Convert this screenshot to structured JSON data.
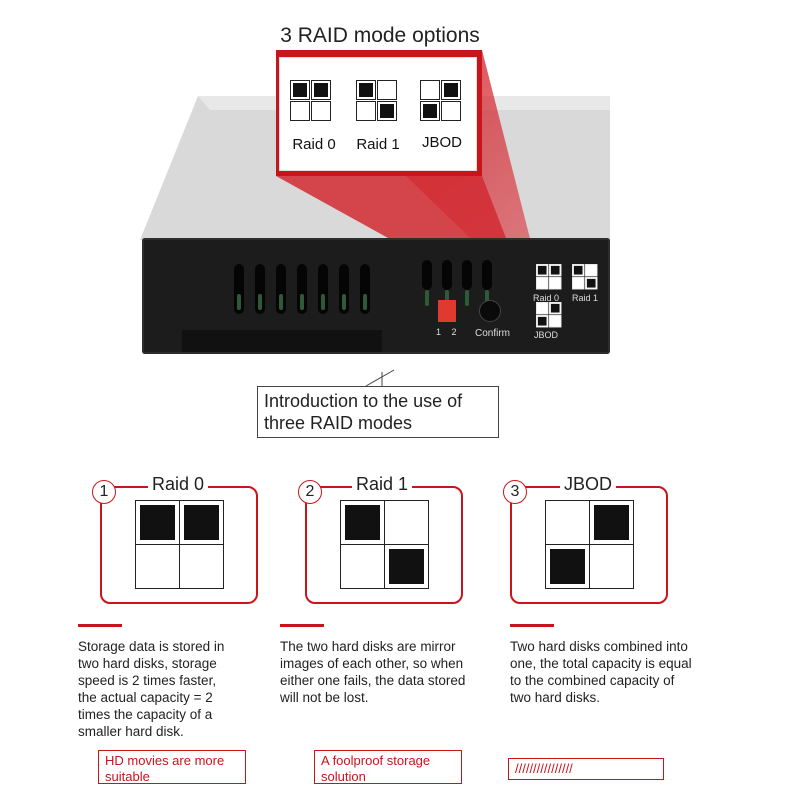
{
  "top": {
    "title": "3 RAID mode options",
    "legend": [
      {
        "label": "Raid 0",
        "cells": [
          1,
          1,
          0,
          0
        ]
      },
      {
        "label": "Raid 1",
        "cells": [
          1,
          0,
          0,
          1
        ]
      },
      {
        "label": "JBOD",
        "cells": [
          0,
          1,
          1,
          0
        ]
      }
    ]
  },
  "device": {
    "switch_label": "1 2",
    "confirm_label": "Confirm",
    "panel_labels": [
      "Raid 0",
      "Raid 1",
      "JBOD"
    ]
  },
  "intro": {
    "line1": "Introduction to the use of",
    "line2": "three RAID modes"
  },
  "modes": [
    {
      "number": "1",
      "title": "Raid 0",
      "cells": [
        1,
        1,
        0,
        0
      ],
      "description": [
        "Storage data is stored in",
        "two hard disks, storage",
        "speed is 2 times faster,",
        "the actual capacity = 2",
        "times the capacity of a",
        "smaller hard disk."
      ],
      "tag": [
        "HD movies are more",
        "suitable"
      ]
    },
    {
      "number": "2",
      "title": "Raid 1",
      "cells": [
        1,
        0,
        0,
        1
      ],
      "description": [
        "The two hard disks are mirror",
        "images of each other, so when",
        "either one fails, the data stored",
        "will not be lost."
      ],
      "tag": [
        "A foolproof storage",
        "solution"
      ]
    },
    {
      "number": "3",
      "title": "JBOD",
      "cells": [
        0,
        1,
        1,
        0
      ],
      "description": [
        "Two hard disks combined into",
        "one, the total capacity is equal",
        "to the combined capacity of",
        "two hard disks."
      ],
      "tag": [
        "////////////////"
      ]
    }
  ],
  "colors": {
    "accent": "#c8141b",
    "device": "#1c1c1c"
  }
}
